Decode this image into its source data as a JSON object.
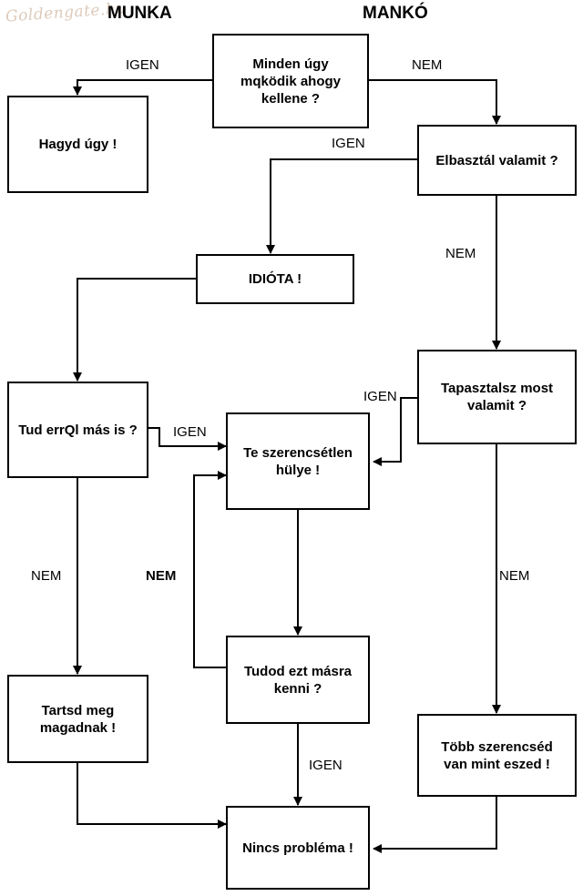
{
  "watermark": "Goldengate.hu",
  "headers": {
    "left": "MUNKA",
    "right": "MANKÓ"
  },
  "nodes": {
    "q_works": "Minden úgy\nmqködik ahogy\nkellene ?",
    "leave_it": "Hagyd úgy !",
    "messed_up": "Elbasztál valamit ?",
    "idiot": "IDIÓTA !",
    "experiencing": "Tapasztalsz most\nvalamit ?",
    "others_know": "Tud errQl más is ?",
    "wretched": "Te szerencsétlen\nhülye !",
    "keep_it": "Tartsd meg\nmagadnak !",
    "blame_else": "Tudod ezt másra\nkenni ?",
    "lucky": "Több szerencséd\nvan mint eszed !",
    "no_problem": "Nincs probléma !"
  },
  "edge_labels": {
    "q_works_yes": "IGEN",
    "q_works_no": "NEM",
    "messed_up_yes": "IGEN",
    "messed_up_no": "NEM",
    "experiencing_yes": "IGEN",
    "others_know_yes": "IGEN",
    "others_know_no": "NEM",
    "blame_else_no": "NEM",
    "experiencing_no": "NEM",
    "blame_else_yes": "IGEN"
  }
}
